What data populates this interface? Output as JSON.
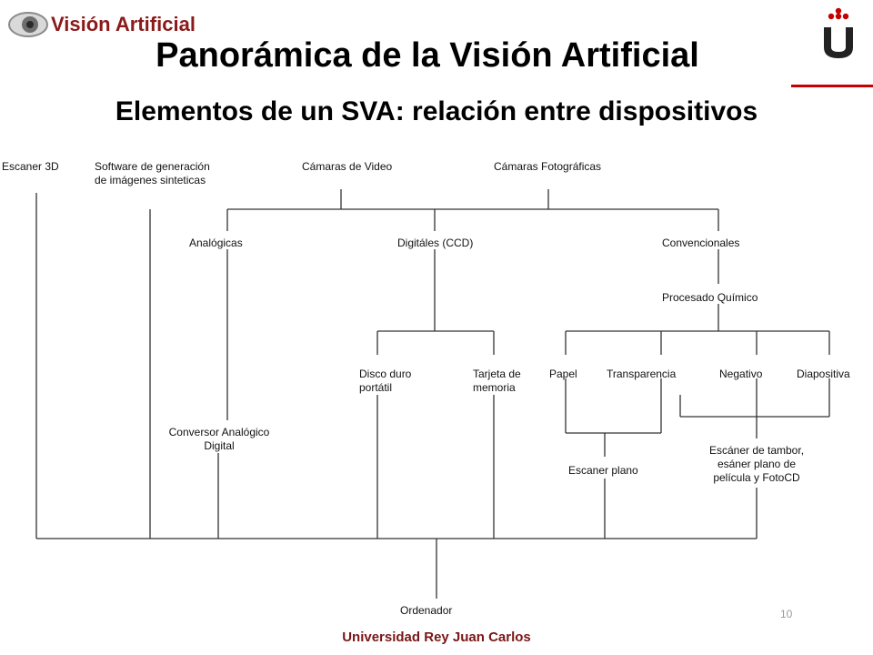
{
  "header": {
    "logo_text": "Visión Artificial",
    "title": "Panorámica de la Visión Artificial",
    "subtitle": "Elementos de un SVA: relación entre dispositivos",
    "brand_color": "#8b1a1a",
    "accent_color": "#c40000"
  },
  "diagram": {
    "nodes": {
      "escaner3d": "Escaner 3D",
      "software": "Software de generación\nde imágenes sinteticas",
      "camaras_video": "Cámaras de Video",
      "camaras_foto": "Cámaras Fotográficas",
      "analogicas": "Analógicas",
      "digitales": "Digitáles (CCD)",
      "convencionales": "Convencionales",
      "procesado": "Procesado Químico",
      "disco": "Disco duro\nportátil",
      "tarjeta": "Tarjeta de\nmemoria",
      "papel": "Papel",
      "transparencia": "Transparencia",
      "negativo": "Negativo",
      "diapositiva": "Diapositiva",
      "conversor": "Conversor Analógico\nDigital",
      "escaner_plano": "Escaner plano",
      "escaner_tambor": "Escáner de tambor,\nesáner plano de\npelícula y FotoCD",
      "ordenador": "Ordenador"
    }
  },
  "footer": {
    "university": "Universidad Rey Juan Carlos",
    "page_number": "10"
  }
}
